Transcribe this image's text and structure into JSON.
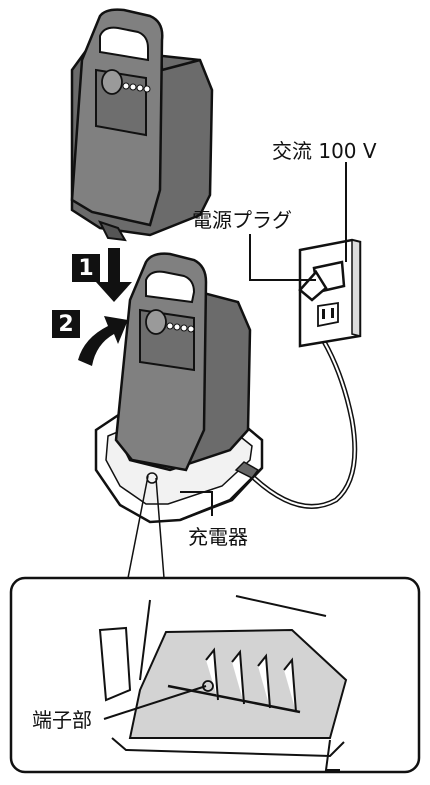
{
  "labels": {
    "ac_voltage": "交流 100 V",
    "power_plug": "電源プラグ",
    "charger": "充電器",
    "terminal": "端子部"
  },
  "steps": [
    {
      "number": "1",
      "direction": "down"
    },
    {
      "number": "2",
      "direction": "up-right"
    }
  ],
  "colors": {
    "battery": "#7d7d7d",
    "battery_dark": "#5a5a5a",
    "charger_base": "#ffffff",
    "outline": "#111111",
    "terminal_plate": "#d3d3d3"
  }
}
